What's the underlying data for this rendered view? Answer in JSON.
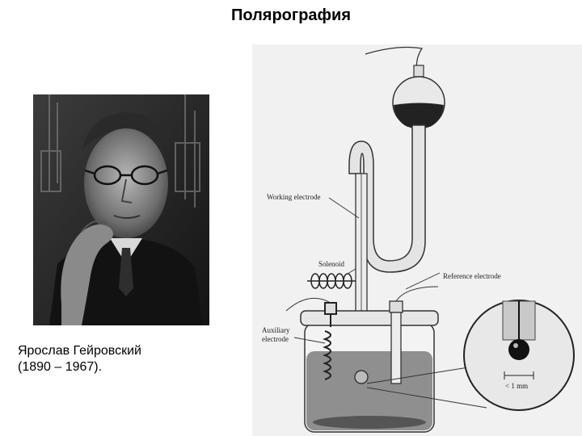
{
  "slide": {
    "title": "Полярография"
  },
  "portrait": {
    "caption_name": "Ярослав Гейровский",
    "caption_years": "(1890 – 1967)."
  },
  "diagram": {
    "labels": {
      "working_electrode": "Working electrode",
      "solenoid": "Solenoid",
      "reference_electrode": "Reference electrode",
      "auxiliary_line1": "Auxiliary",
      "auxiliary_line2": "electrode",
      "scale": "< 1 mm"
    }
  }
}
